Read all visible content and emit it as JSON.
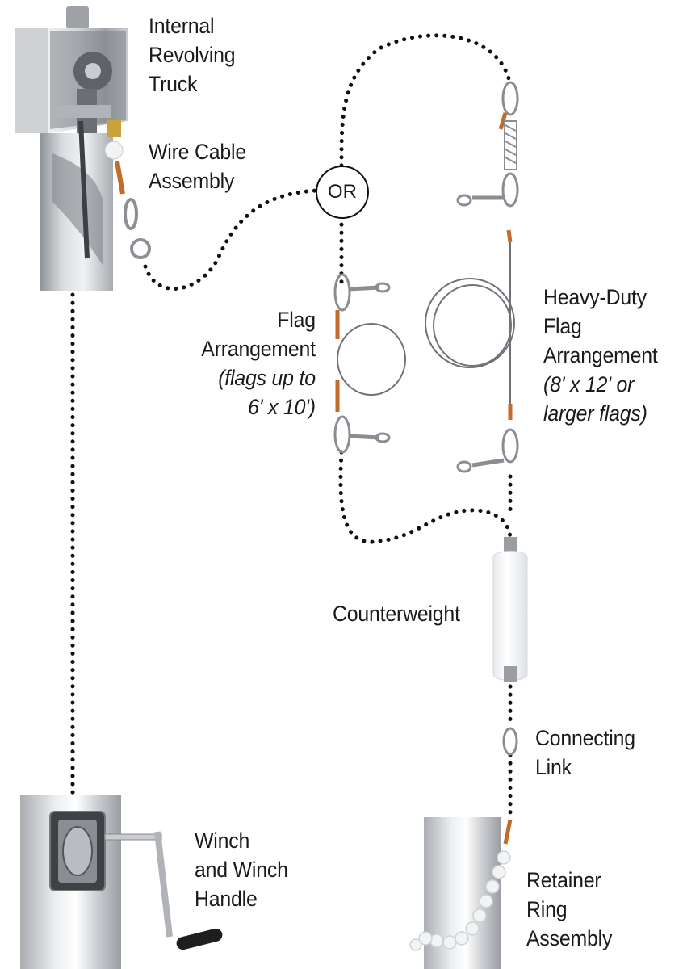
{
  "diagram": {
    "or_label": "OR",
    "labels": {
      "internal_truck": [
        "Internal",
        "Revolving",
        "Truck"
      ],
      "wire_cable": [
        "Wire Cable",
        "Assembly"
      ],
      "flag_arrangement": [
        "Flag",
        "Arrangement"
      ],
      "flag_arrangement_note": [
        "(flags up to",
        "6' x 10')"
      ],
      "heavy_duty": [
        "Heavy-Duty",
        "Flag",
        "Arrangement"
      ],
      "heavy_duty_note": [
        "(8' x 12' or",
        "larger flags)"
      ],
      "counterweight": "Counterweight",
      "connecting_link": [
        "Connecting",
        "Link"
      ],
      "winch": [
        "Winch",
        "and Winch",
        "Handle"
      ],
      "retainer": [
        "Retainer",
        "Ring",
        "Assembly"
      ]
    },
    "colors": {
      "text": "#1a1a1a",
      "dots": "#111111",
      "metal_light": "#e8eaec",
      "metal_dark": "#8d9196",
      "copper": "#c46a2c",
      "brass": "#c9a23a"
    }
  }
}
